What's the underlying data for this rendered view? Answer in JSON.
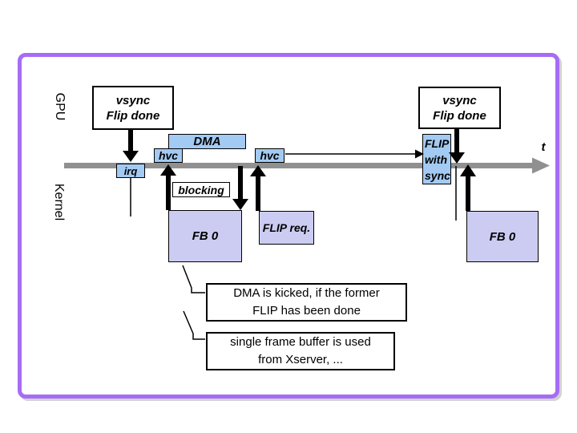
{
  "slide": {
    "lane_gpu": "GPU",
    "lane_kernel": "Kernel",
    "time_axis_label": "t"
  },
  "boxes": {
    "vsync_left": {
      "line1": "vsync",
      "line2": "Flip done"
    },
    "vsync_right": {
      "line1": "vsync",
      "line2": "Flip done"
    },
    "dma": {
      "label": "DMA"
    },
    "hvc_left": {
      "label": "hvc"
    },
    "hvc_right": {
      "label": "hvc"
    },
    "irq": {
      "label": "irq"
    },
    "blocking": {
      "label": "blocking"
    },
    "fb0_left": {
      "label": "FB 0"
    },
    "flip_req": {
      "label": "FLIP req."
    },
    "flip_with_sync": {
      "line1": "FLIP",
      "line2": "with",
      "line3": "sync"
    },
    "fb0_right": {
      "label": "FB 0"
    }
  },
  "callouts": {
    "dma_kicked": {
      "line1": "DMA is kicked, if the former",
      "line2": "FLIP has been done"
    },
    "single_fb": {
      "line1": "single frame buffer is used",
      "line2": "from Xserver, ..."
    }
  },
  "colors": {
    "frame_purple": "#A76CF5",
    "event_blue": "#A3CAF2",
    "buffer_lavender": "#CCCCF2",
    "timeline_gray": "#909090",
    "ink_black": "#000000"
  }
}
